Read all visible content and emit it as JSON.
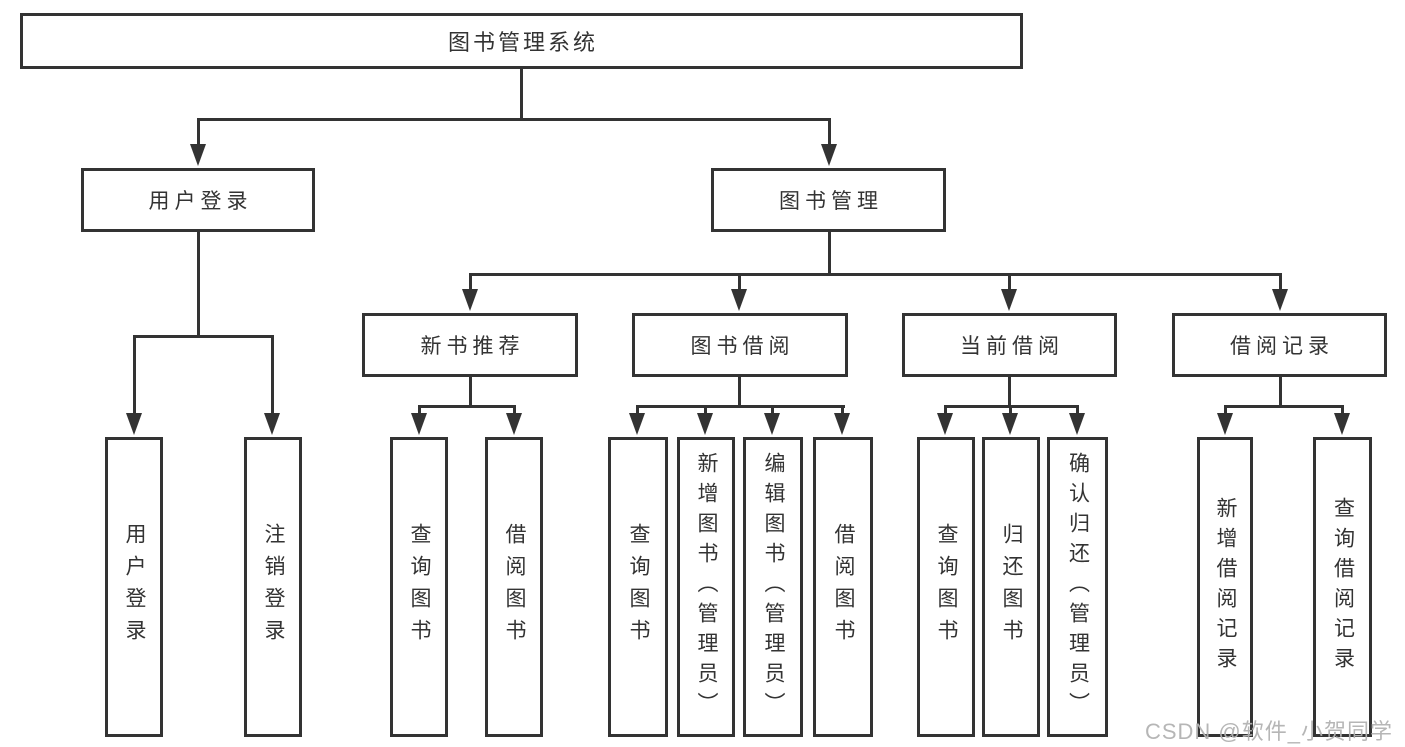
{
  "colors": {
    "line": "#333333",
    "background": "#ffffff",
    "watermark": "#b2b2b2"
  },
  "nodes": {
    "root": "图书管理系统",
    "level2": [
      {
        "label": "用户登录"
      },
      {
        "label": "图书管理"
      }
    ],
    "level3": [
      {
        "parent": "图书管理",
        "label": "新书推荐"
      },
      {
        "parent": "图书管理",
        "label": "图书借阅"
      },
      {
        "parent": "图书管理",
        "label": "当前借阅"
      },
      {
        "parent": "图书管理",
        "label": "借阅记录"
      }
    ],
    "leaves": [
      {
        "parent": "用户登录",
        "label": "用户登录"
      },
      {
        "parent": "用户登录",
        "label": "注销登录"
      },
      {
        "parent": "新书推荐",
        "label": "查询图书"
      },
      {
        "parent": "新书推荐",
        "label": "借阅图书"
      },
      {
        "parent": "图书借阅",
        "label": "查询图书"
      },
      {
        "parent": "图书借阅",
        "label": "新增图书（管理员）"
      },
      {
        "parent": "图书借阅",
        "label": "编辑图书（管理员）"
      },
      {
        "parent": "图书借阅",
        "label": "借阅图书"
      },
      {
        "parent": "当前借阅",
        "label": "查询图书"
      },
      {
        "parent": "当前借阅",
        "label": "归还图书"
      },
      {
        "parent": "当前借阅",
        "label": "确认归还（管理员）"
      },
      {
        "parent": "借阅记录",
        "label": "新增借阅记录"
      },
      {
        "parent": "借阅记录",
        "label": "查询借阅记录"
      }
    ]
  },
  "watermark": "CSDN @软件_小贺同学"
}
